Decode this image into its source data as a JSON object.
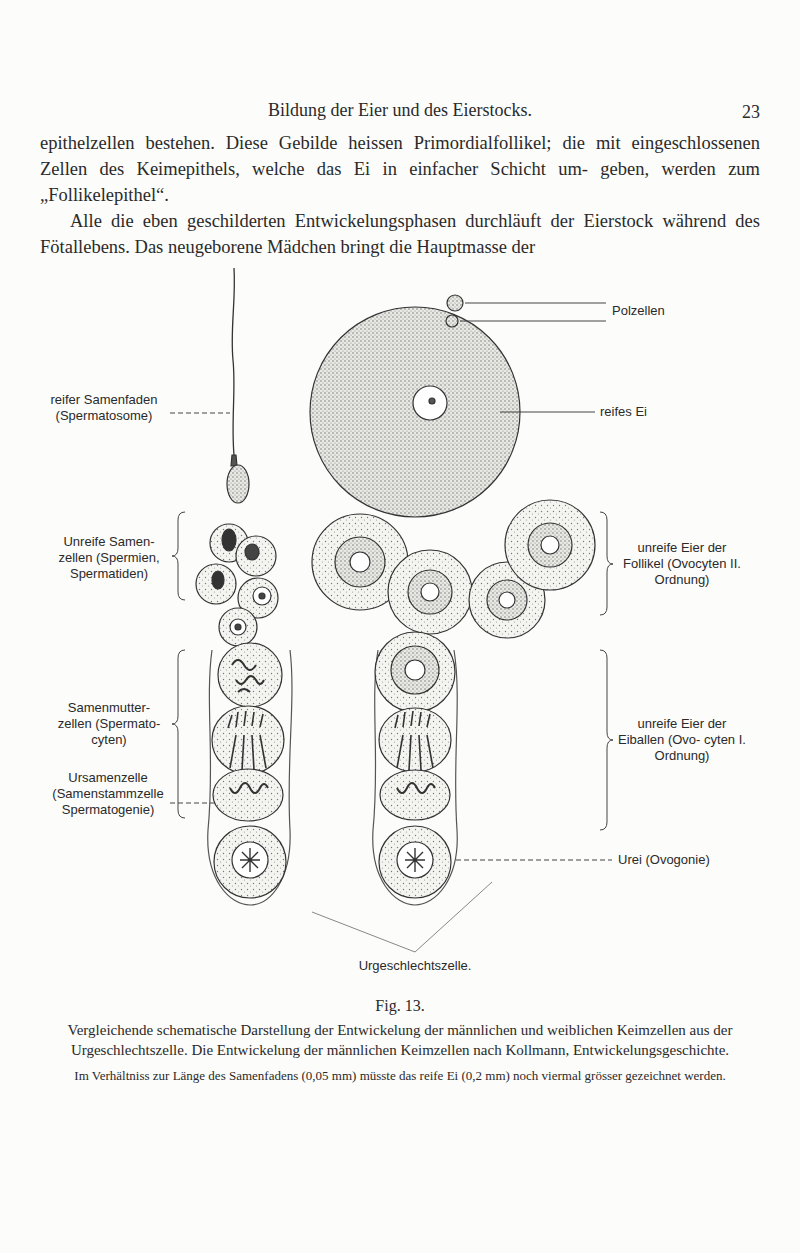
{
  "diagram": {
    "title": "Bildung der Eier und des Eierstocks.",
    "caption": "Vergleichende schematische Darstellung der Entwickelung der männlichen und weiblichen Keimzellen aus der Urgeschlechtszelle. Die Entwickelung der männlichen Keimzellen nach Kollmann, Entwickelungsgeschichte.",
    "labels": [
      "23",
      "epithelzellen bestehen. Diese Gebilde heissen Primordialfollikel; die mit eingeschlossenen Zellen des Keimepithels, welche das Ei in einfacher Schicht um- geben, werden zum „Follikelepithel“.",
      "Alle die eben geschilderten Entwickelungsphasen durchläuft der Eierstock während des Fötallebens. Das neugeborene Mädchen bringt die Hauptmasse der",
      "reifer Samenfaden (Spermatosome)",
      "Unreife Samen- zellen (Spermien, Spermatiden)",
      "Samenmutter- zellen (Spermato- cyten)",
      "Ursamenzelle (Samenstammzelle Spermatogenie)",
      "Polzellen",
      "reifes Ei",
      "unreife Eier der Follikel (Ovocyten II. Ordnung)",
      "unreife Eier der Eiballen (Ovo- cyten I. Ordnung)",
      "Urei (Ovogonie)",
      "Urgeschlechtszelle.",
      "Fig. 13.",
      "Im Verhältniss zur Länge des Samenfadens (0,05 mm) müsste das reife Ei (0,2 mm) noch viermal grösser gezeichnet werden."
    ]
  }
}
